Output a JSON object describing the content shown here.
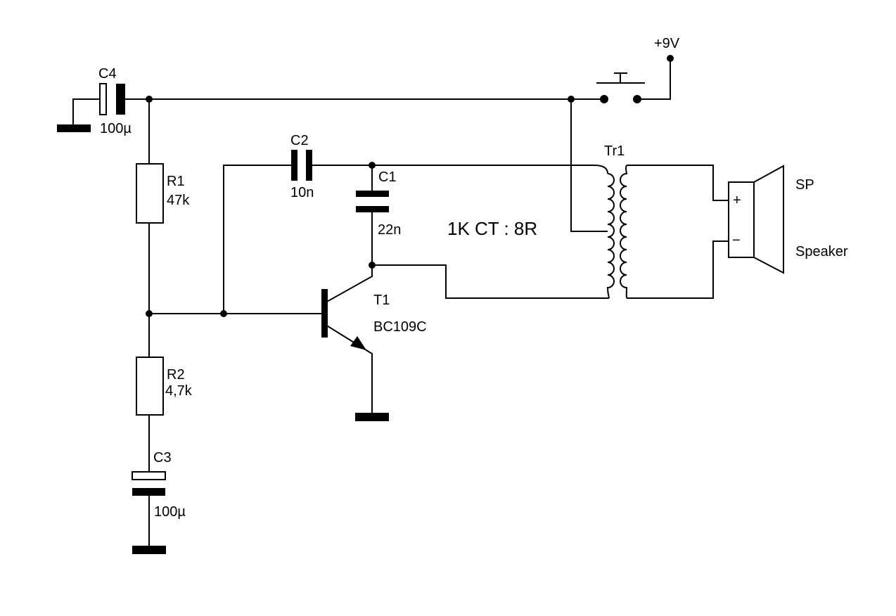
{
  "supply": {
    "label": "+9V"
  },
  "components": {
    "c1": {
      "ref": "C1",
      "value": "22n"
    },
    "c2": {
      "ref": "C2",
      "value": "10n"
    },
    "c3": {
      "ref": "C3",
      "value": "100µ"
    },
    "c4": {
      "ref": "C4",
      "value": "100µ"
    },
    "r1": {
      "ref": "R1",
      "value": "47k"
    },
    "r2": {
      "ref": "R2",
      "value": "4,7k"
    },
    "t1": {
      "ref": "T1",
      "value": "BC109C"
    },
    "tr1": {
      "ref": "Tr1",
      "ratio": "1K CT : 8R"
    },
    "sp": {
      "ref": "SP",
      "value": "Speaker",
      "plus": "+",
      "minus": "−"
    }
  }
}
